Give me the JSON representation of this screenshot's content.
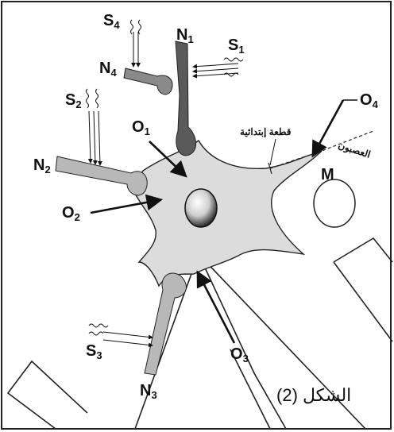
{
  "figure": {
    "caption": "الشكل (2)",
    "labels": {
      "S1": {
        "main": "S",
        "sub": "1"
      },
      "S2": {
        "main": "S",
        "sub": "2"
      },
      "S3": {
        "main": "S",
        "sub": "3"
      },
      "S4": {
        "main": "S",
        "sub": "4"
      },
      "N1": {
        "main": "N",
        "sub": "1"
      },
      "N2": {
        "main": "N",
        "sub": "2"
      },
      "N3": {
        "main": "N",
        "sub": "3"
      },
      "N4": {
        "main": "N",
        "sub": "4"
      },
      "O1": {
        "main": "O",
        "sub": "1"
      },
      "O2": {
        "main": "O",
        "sub": "2"
      },
      "O3": {
        "main": "O",
        "sub": "3"
      },
      "O4": {
        "main": "O",
        "sub": "4"
      },
      "M": "M"
    },
    "arabic": {
      "initial_segment": "قطعة إبتدائية",
      "axon": "العصبون"
    }
  }
}
